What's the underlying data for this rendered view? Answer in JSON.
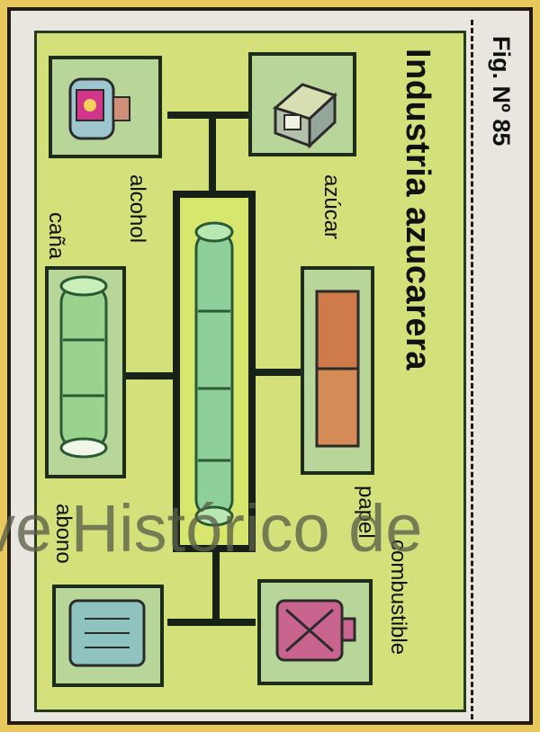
{
  "title": "Industria azucarera",
  "figure_label": "Fig. Nº 85",
  "center_node": {
    "label": ""
  },
  "products": [
    {
      "label": "azúcar"
    },
    {
      "label": "alcohol"
    },
    {
      "label": "caña"
    },
    {
      "label": "papel"
    },
    {
      "label": "abono"
    },
    {
      "label": "combustible"
    }
  ],
  "watermark": "ve Histórico de"
}
